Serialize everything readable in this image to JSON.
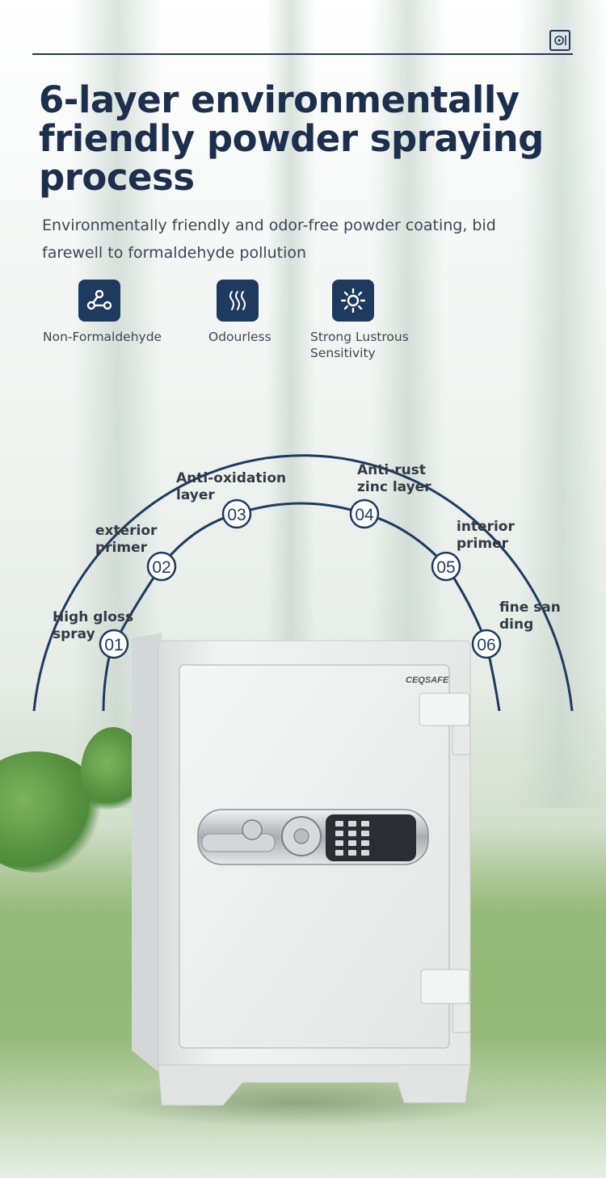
{
  "header": {
    "logo_icon": "safe-logo-icon"
  },
  "title": "6-layer environmentally friendly powder spraying process",
  "subtitle": "Environmentally friendly and odor-free powder coating, bid farewell to formaldehyde pollution",
  "features": [
    {
      "icon": "molecule-icon",
      "label": "Non-Formaldehyde"
    },
    {
      "icon": "odour-waves-icon",
      "label": "Odourless"
    },
    {
      "icon": "sun-icon",
      "label": "Strong Lustrous Sensitivity"
    }
  ],
  "steps": [
    {
      "num": "01",
      "label_line1": "High gloss",
      "label_line2": "spray"
    },
    {
      "num": "02",
      "label_line1": "exterior",
      "label_line2": "primer"
    },
    {
      "num": "03",
      "label_line1": "Anti-oxidation",
      "label_line2": "layer"
    },
    {
      "num": "04",
      "label_line1": "Anti-rust",
      "label_line2": "zinc layer"
    },
    {
      "num": "05",
      "label_line1": "interior",
      "label_line2": "primer"
    },
    {
      "num": "06",
      "label_line1": "fine san",
      "label_line2": "ding"
    }
  ],
  "product": {
    "brand": "CEQSAFE"
  },
  "colors": {
    "navy": "#1e3a5f",
    "text": "#1c2f4d"
  }
}
